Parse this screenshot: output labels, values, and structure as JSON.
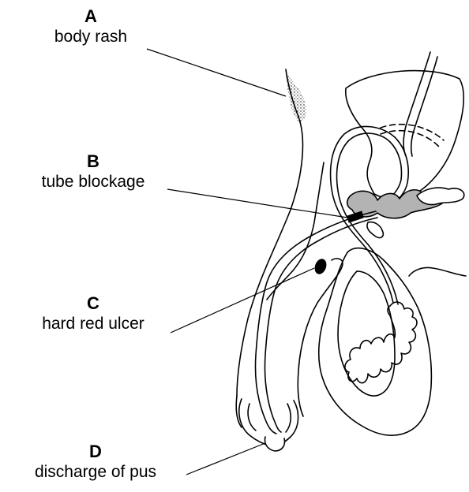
{
  "labels": [
    {
      "id": "A",
      "letter": "A",
      "text": "body rash"
    },
    {
      "id": "B",
      "letter": "B",
      "text": "tube blockage"
    },
    {
      "id": "C",
      "letter": "C",
      "text": "hard red ulcer"
    },
    {
      "id": "D",
      "letter": "D",
      "text": "discharge of pus"
    }
  ],
  "colors": {
    "line": "#000000",
    "shading": "#b3b3b3",
    "blockage": "#000000"
  }
}
